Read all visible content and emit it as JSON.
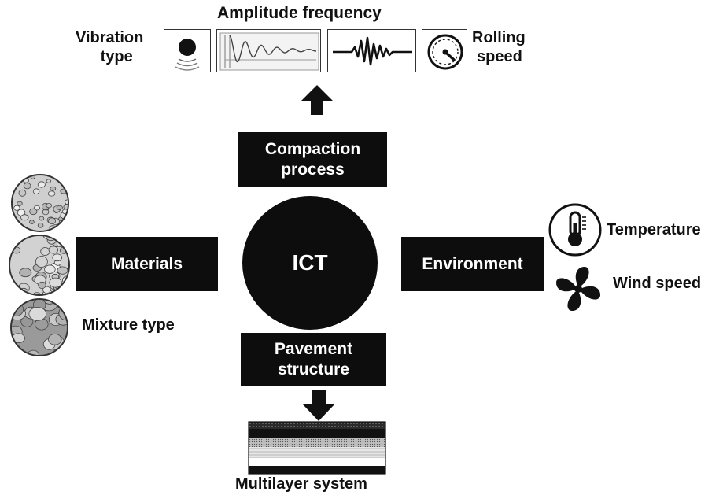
{
  "top": {
    "title": "Amplitude frequency",
    "left_label": [
      "Vibration",
      "type"
    ],
    "right_label": [
      "Rolling",
      "speed"
    ],
    "icons": [
      "vibration-sensor-icon",
      "damped-wave-icon",
      "signal-waveform-icon",
      "speedometer-icon"
    ]
  },
  "center": {
    "label": "ICT"
  },
  "boxes": {
    "compaction": [
      "Compaction",
      "process"
    ],
    "materials": "Materials",
    "environment": "Environment",
    "pavement": [
      "Pavement",
      "structure"
    ]
  },
  "materials": {
    "mixtures": [
      "fine-aggregate-mixture",
      "medium-aggregate-mixture",
      "coarse-aggregate-mixture"
    ],
    "label": "Mixture type"
  },
  "environment": {
    "items": [
      {
        "icon": "thermometer-icon",
        "label": "Temperature"
      },
      {
        "icon": "fan-icon",
        "label": "Wind speed"
      }
    ]
  },
  "bottom": {
    "label": "Multilayer system"
  },
  "colors": {
    "box_fill": "#0d0d0d",
    "text": "#111111",
    "background": "#ffffff"
  }
}
